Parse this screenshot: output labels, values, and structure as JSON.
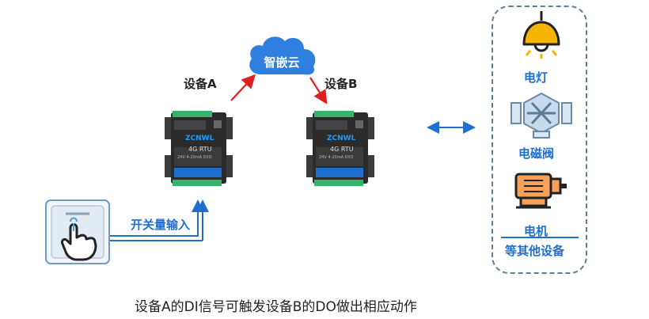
{
  "cloud": {
    "label": "智嵌云"
  },
  "device_a": {
    "label": "设备A",
    "logo": "ZCNWL",
    "model": "4G RTU",
    "spec": "24V  4-20mA  DI/O"
  },
  "device_b": {
    "label": "设备B",
    "logo": "ZCNWL",
    "model": "4G RTU",
    "spec": "24V  4-20mA  DI/O"
  },
  "switch_input": {
    "label": "开关量输入"
  },
  "outputs": {
    "items": [
      {
        "label": "电灯",
        "icon": "lamp-icon"
      },
      {
        "label": "电磁阀",
        "icon": "solenoid-valve-icon"
      },
      {
        "label": "电机",
        "icon": "motor-icon"
      }
    ],
    "footer": "等其他设备"
  },
  "caption": "设备A的DI信号可触发设备B的DO做出相应动作",
  "colors": {
    "blue": "#1f6fd0",
    "red": "#e02020",
    "cloud": "#2f7fe0",
    "lamp_yellow": "#f4b400",
    "device_dark": "#2b2b2b",
    "terminal_green": "#38b36b"
  }
}
